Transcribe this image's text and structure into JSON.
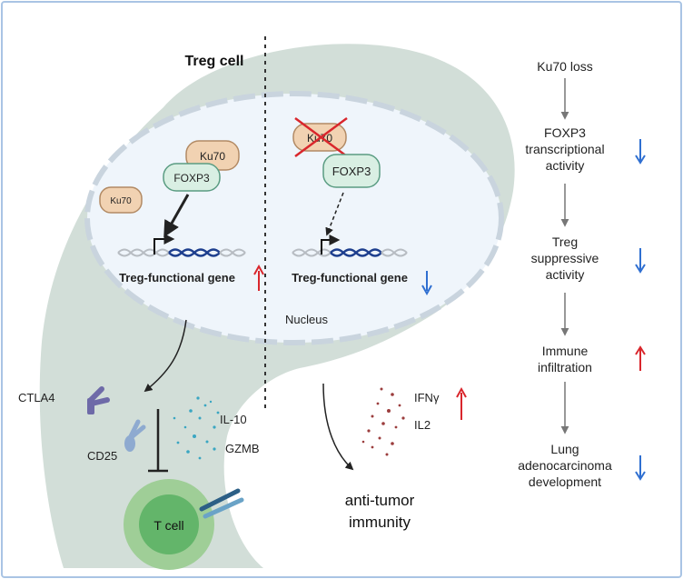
{
  "cell_label": "Treg cell",
  "nucleus_label": "Nucleus",
  "left": {
    "ku70_bound": "Ku70",
    "ku70_free": "Ku70",
    "foxp3": "FOXP3",
    "gene_label": "Treg-functional gene",
    "gene_trend": "up"
  },
  "right": {
    "ku70_lost": "Ku70",
    "foxp3": "FOXP3",
    "gene_label": "Treg-functional gene",
    "gene_trend": "down"
  },
  "surface": {
    "ctla4": "CTLA4",
    "cd25": "CD25",
    "il10": "IL-10",
    "gzmb": "GZMB",
    "tcell": "T cell"
  },
  "cytokines": {
    "ifng": "IFNγ",
    "il2": "IL2",
    "trend": "up"
  },
  "outcome": {
    "line1": "anti-tumor",
    "line2": "immunity"
  },
  "flow": [
    {
      "lines": [
        "Ku70 loss"
      ],
      "trend": null
    },
    {
      "lines": [
        "FOXP3",
        "transcriptional",
        "activity"
      ],
      "trend": "down"
    },
    {
      "lines": [
        "Treg",
        "suppressive",
        "activity"
      ],
      "trend": "down"
    },
    {
      "lines": [
        "Immune",
        "infiltration"
      ],
      "trend": "up"
    },
    {
      "lines": [
        "Lung",
        "adenocarcinoma",
        "development"
      ],
      "trend": "down"
    }
  ],
  "colors": {
    "frame": "#a9c4e4",
    "cell": "#d2ded8",
    "nucleus": "#eff5fb",
    "nucleus_dash": "#c9d4de",
    "ku70_fill": "#f1d2b2",
    "ku70_stroke": "#b28a64",
    "foxp3_fill": "#d9efe3",
    "foxp3_stroke": "#5a9c82",
    "up_arrow": "#d9262c",
    "down_arrow": "#2f6fd1",
    "tcell_outer": "#9fce97",
    "tcell_inner": "#63b56a"
  }
}
